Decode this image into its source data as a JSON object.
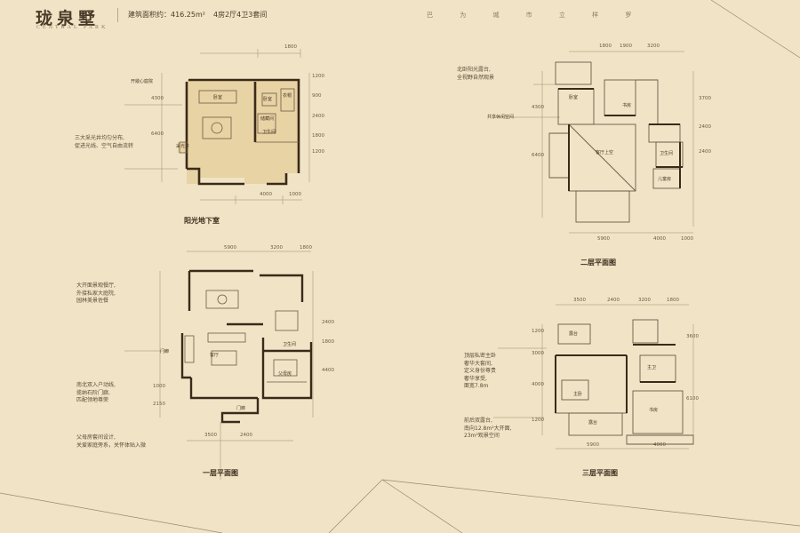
{
  "header": {
    "title": "珑泉墅",
    "subtitle": "CENTRAL PARK",
    "area_text": "建筑面积约：416.25m²",
    "rooms_text": "4房2厅4卫3套间",
    "slogan": "巴 为 城 市 立 样 罗"
  },
  "colors": {
    "background": "#f1e4c6",
    "wall": "#3a2a1a",
    "line": "#9a8868"
  },
  "basement": {
    "title": "阳光地下室",
    "note": "三大采光井均匀分布,\n促进光线、空气自由流转",
    "label_courtyard": "开敞心庭院",
    "rooms": [
      "卧室",
      "卧室",
      "衣帽",
      "储藏间",
      "卫生间",
      "采光井"
    ],
    "dims_top": [
      "1800"
    ],
    "dims_bottom": [
      "4000",
      "1000"
    ],
    "dims_right": [
      "1200",
      "900",
      "2400",
      "1800",
      "1200"
    ],
    "dims_left": [
      "4300",
      "6400"
    ]
  },
  "floor1": {
    "title": "一层平面图",
    "note_top": "大开面景观餐厅,\n外接私家大庭院,\n园林美景佐餐",
    "note_mid": "南北双入户动线,\n揽纳石阶门廊,\n匹配领地尊荣",
    "note_bottom": "父母房套间设计,\n关爱家庭旁系，关怀体贴入微",
    "label_left": "门廊",
    "rooms": [
      "客厅",
      "父母房",
      "卫生间",
      "门廊"
    ],
    "dims_top": [
      "5900",
      "3200",
      "1800"
    ],
    "dims_bottom": [
      "3500",
      "2400"
    ],
    "dims_left": [
      "1000",
      "2150"
    ],
    "dims_right": [
      "2400",
      "1800",
      "4400"
    ]
  },
  "floor2": {
    "title": "二层平面图",
    "note_top": "北卧阳光露台,\n全视野自然观景",
    "label_left": "共享休闲空间",
    "rooms": [
      "卧室",
      "书房",
      "客厅上空",
      "卫生间",
      "儿童房"
    ],
    "dims_top": [
      "1800",
      "1900",
      "3200"
    ],
    "dims_bottom": [
      "5900",
      "4000",
      "1000"
    ],
    "dims_left": [
      "4300",
      "6400"
    ],
    "dims_right": [
      "3700",
      "2400",
      "2400"
    ]
  },
  "floor3": {
    "title": "三层平面图",
    "note_top": "顶层私密主卧\n奢华大套间,\n定义身份尊贵\n奢华享受,\n面宽7.8m",
    "note_bottom": "前后双露台,\n南向12.8m²大开面,\n23m²观景空间",
    "rooms": [
      "露台",
      "主卧",
      "露台",
      "主卫",
      "书房"
    ],
    "dims_top": [
      "3500",
      "2400",
      "3200",
      "1800"
    ],
    "dims_bottom": [
      "5900",
      "4000"
    ],
    "dims_left": [
      "1200",
      "3000",
      "4000",
      "1200"
    ],
    "dims_right": [
      "3600",
      "6100"
    ]
  }
}
